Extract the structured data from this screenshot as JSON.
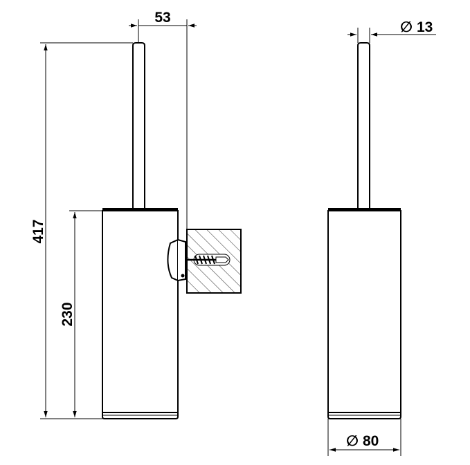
{
  "dimensions": {
    "depth": "53",
    "total_height": "417",
    "holder_height": "230",
    "handle_diameter": "13",
    "holder_diameter": "80",
    "diameter_symbol": "∅"
  },
  "colors": {
    "line": "#000000",
    "background": "#ffffff"
  }
}
